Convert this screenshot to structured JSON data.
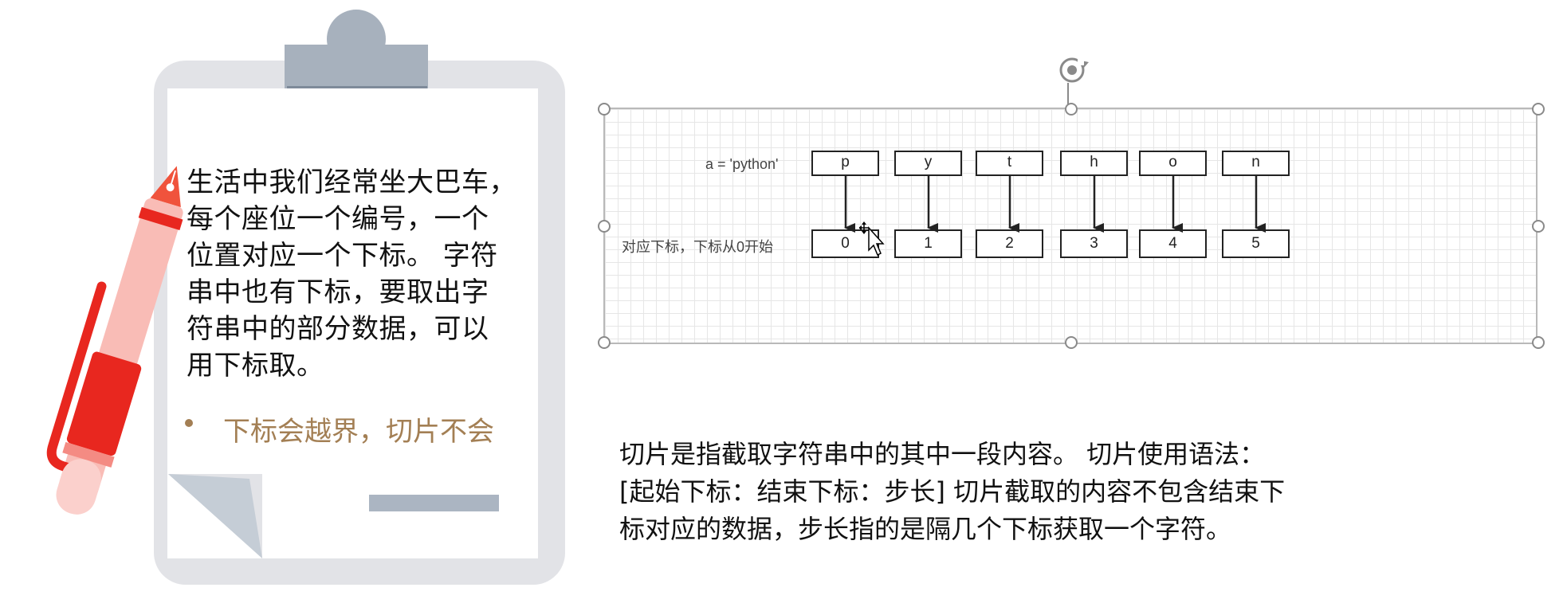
{
  "clipboard": {
    "lines": [
      "生活中我们经常坐大巴车，",
      "每个座位一个编号，一个",
      "位置对应一个下标。 字符",
      "串中也有下标，要取出字",
      "符串中的部分数据，可以",
      "用下标取。"
    ],
    "bullet": "下标会越界，切片不会"
  },
  "diagram": {
    "expr_label": "a = 'python'",
    "index_label": "对应下标，下标从0开始",
    "chars": [
      "p",
      "y",
      "t",
      "h",
      "o",
      "n"
    ],
    "indexes": [
      "0",
      "1",
      "2",
      "3",
      "4",
      "5"
    ]
  },
  "slice_text": {
    "lines": [
      "切片是指截取字符串中的其中一段内容。 切片使用语法：",
      "[起始下标：结束下标：步长] 切片截取的内容不包含结束下",
      "标对应的数据，步长指的是隔几个下标获取一个字符。"
    ]
  },
  "colors": {
    "accent_text": "#a37f54",
    "pen_red": "#e8271f",
    "pen_pink": "#f9bcb6",
    "clip_gray": "#a7b1bd"
  },
  "icons": {
    "pen": "pen-icon",
    "clipboard": "clipboard-icon",
    "rotate": "rotate-handle-icon",
    "cursor": "move-cursor-icon"
  }
}
